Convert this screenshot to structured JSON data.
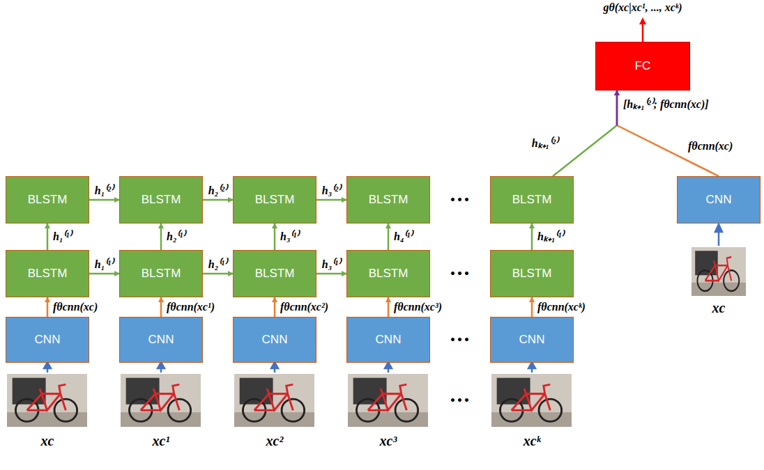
{
  "diagram": {
    "nodes": [
      {
        "text": [
          "FC"
        ]
      },
      {
        "text": [
          "BLSTM"
        ]
      },
      {
        "text": [
          "BLSTM"
        ]
      },
      {
        "text": [
          "BLSTM"
        ]
      },
      {
        "text": [
          "BLSTM"
        ]
      },
      {
        "text": [
          "BLSTM"
        ]
      },
      {
        "text": [
          "BLSTM"
        ]
      },
      {
        "text": [
          "BLSTM"
        ]
      },
      {
        "text": [
          "BLSTM"
        ]
      },
      {
        "text": [
          "BLSTM"
        ]
      },
      {
        "text": [
          "BLSTM"
        ]
      },
      {
        "text": [
          "CNN"
        ]
      },
      {
        "text": [
          "CNN"
        ]
      },
      {
        "text": [
          "CNN"
        ]
      },
      {
        "text": [
          "CNN"
        ]
      },
      {
        "text": [
          "CNN"
        ]
      },
      {
        "text": [
          "CNN"
        ]
      }
    ],
    "edges": [
      {
        "from": 1,
        "to": 2,
        "arrow": "to",
        "label": "h₁⁽²⁾"
      },
      {
        "from": 2,
        "to": 3,
        "arrow": "to",
        "label": "h₂⁽²⁾"
      },
      {
        "from": 3,
        "to": 4,
        "arrow": "to",
        "label": "h₃⁽²⁾"
      },
      {
        "from": 6,
        "to": 7,
        "arrow": "to",
        "label": "h₁⁽¹⁾"
      },
      {
        "from": 7,
        "to": 8,
        "arrow": "to",
        "label": "h₂⁽¹⁾"
      },
      {
        "from": 8,
        "to": 9,
        "arrow": "to",
        "label": "h₃⁽¹⁾"
      },
      {
        "from": 6,
        "to": 1,
        "arrow": "to",
        "label": "h₁⁽¹⁾"
      },
      {
        "from": 7,
        "to": 2,
        "arrow": "to",
        "label": "h₂⁽¹⁾"
      },
      {
        "from": 8,
        "to": 3,
        "arrow": "to",
        "label": "h₃⁽¹⁾"
      },
      {
        "from": 9,
        "to": 4,
        "arrow": "to",
        "label": "h₄⁽¹⁾"
      },
      {
        "from": 10,
        "to": 5,
        "arrow": "to",
        "label": "hₖ₊₁⁽¹⁾"
      },
      {
        "from": 11,
        "to": 6,
        "arrow": "to",
        "label": "fθcnn(xc)"
      },
      {
        "from": 12,
        "to": 7,
        "arrow": "to",
        "label": "fθcnn(xc¹)"
      },
      {
        "from": 13,
        "to": 8,
        "arrow": "to",
        "label": "fθcnn(xc²)"
      },
      {
        "from": 14,
        "to": 9,
        "arrow": "to",
        "label": "fθcnn(xc³)"
      },
      {
        "from": 15,
        "to": 10,
        "arrow": "to",
        "label": "fθcnn(xcᵏ)"
      },
      {
        "from": 5,
        "to": 0,
        "arrow": "to",
        "label": "hₖ₊₁⁽²⁾"
      },
      {
        "from": 16,
        "to": 0,
        "arrow": "to",
        "label": "fθcnn(xc)"
      }
    ],
    "labels": [
      "gθ(xc|xc¹, ..., xcᵏ)",
      "[hₖ₊₁⁽²⁾; fθcnn(xc)]",
      "•••",
      "•••",
      "•••",
      "•••",
      "xc",
      "xc¹",
      "xc²",
      "xc³",
      "xcᵏ",
      "xc"
    ]
  }
}
